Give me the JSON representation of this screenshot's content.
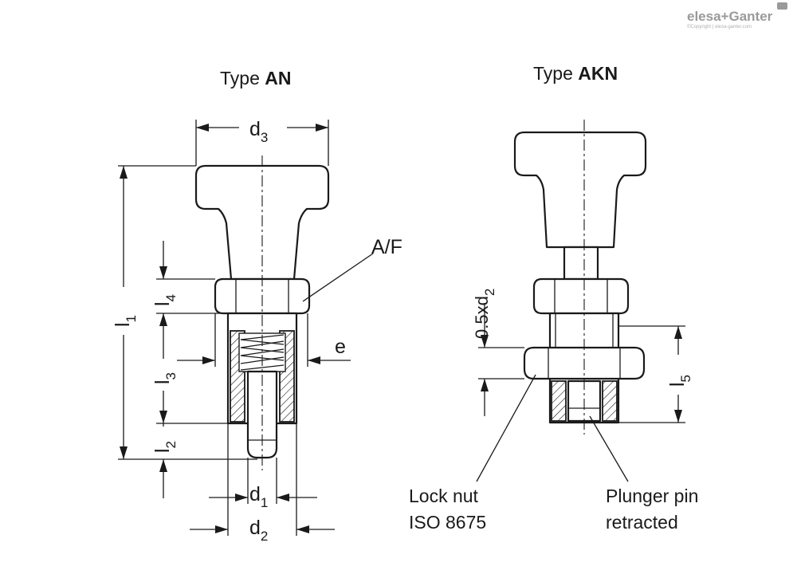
{
  "brand": {
    "name": "elesa+Ganter",
    "copyright": "©Copyright | elesa-ganter.com"
  },
  "type_an": {
    "prefix": "Type ",
    "name": "AN"
  },
  "type_akn": {
    "prefix": "Type ",
    "name": "AKN"
  },
  "dims": {
    "d3": {
      "main": "d",
      "sub": "3"
    },
    "d1": {
      "main": "d",
      "sub": "1"
    },
    "d2": {
      "main": "d",
      "sub": "2"
    },
    "l1": {
      "main": "l",
      "sub": "1"
    },
    "l2": {
      "main": "l",
      "sub": "2"
    },
    "l3": {
      "main": "l",
      "sub": "3"
    },
    "l4": {
      "main": "l",
      "sub": "4"
    },
    "l5": {
      "main": "l",
      "sub": "5"
    },
    "af": "A/F",
    "e": "e",
    "half_d2": {
      "main": "0.5xd",
      "sub": "2"
    }
  },
  "notes": {
    "lock_nut_line1": "Lock nut",
    "lock_nut_line2": "ISO 8675",
    "plunger_line1": "Plunger pin",
    "plunger_line2": "retracted"
  }
}
